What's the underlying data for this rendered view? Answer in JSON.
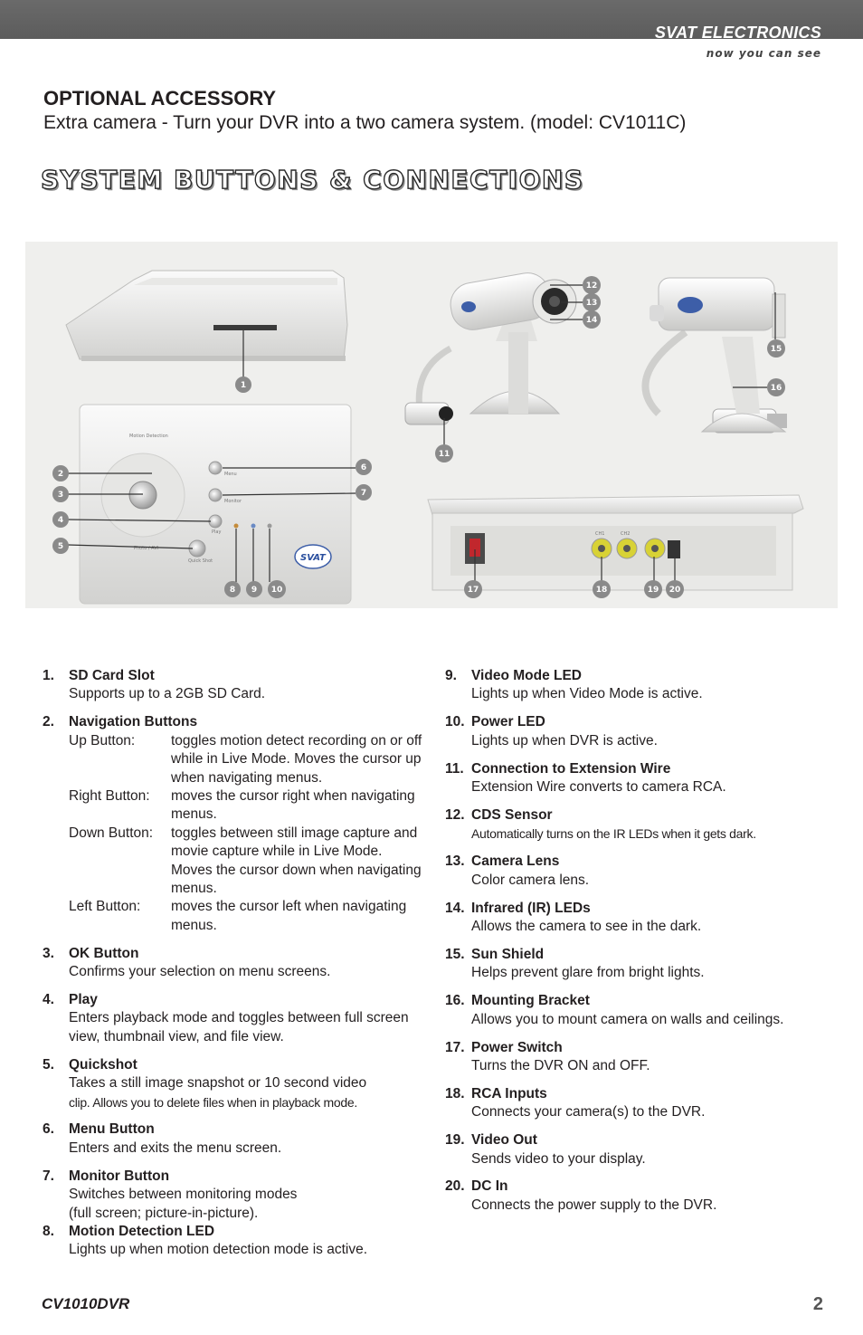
{
  "header": {
    "brand": "SVAT ELECTRONICS",
    "tagline": "now you can see",
    "bar_color": "#606060"
  },
  "accessory": {
    "title": "OPTIONAL ACCESSORY",
    "description": "Extra camera - Turn your DVR into a two camera system. (model: CV1011C)"
  },
  "section_title": "SYSTEM BUTTONS & CONNECTIONS",
  "figure": {
    "callouts": [
      "1",
      "2",
      "3",
      "4",
      "5",
      "6",
      "7",
      "8",
      "9",
      "10",
      "11",
      "12",
      "13",
      "14",
      "15",
      "16",
      "17",
      "18",
      "19",
      "20"
    ],
    "callout_color": "#8a8a8a",
    "panel_labels": {
      "motion": "Motion Detection",
      "menu": "Menu",
      "monitor": "Monitor",
      "play": "Play",
      "photo": "Photo / AVI",
      "quickshot": "Quick Shot",
      "svat_logo": "SVAT",
      "ch1": "CH1",
      "ch2": "CH2"
    }
  },
  "items_left": [
    {
      "num": "1.",
      "title": "SD Card Slot",
      "desc": "Supports up to a 2GB SD Card."
    },
    {
      "num": "2.",
      "title": "Navigation Buttons",
      "rows": [
        {
          "key": "Up Button:",
          "value": "toggles motion detect recording on or off while in Live Mode. Moves the cursor up when navigating menus."
        },
        {
          "key": "Right Button:",
          "value": "moves the cursor right when navigating menus."
        },
        {
          "key": "Down Button:",
          "value": "toggles between still image capture and movie capture while in Live Mode. Moves the cursor down when navigating menus."
        },
        {
          "key": "Left Button:",
          "value": "moves the cursor left when navigating menus."
        }
      ]
    },
    {
      "num": "3.",
      "title": "OK Button",
      "desc": "Confirms your selection on menu screens."
    },
    {
      "num": "4.",
      "title": "Play",
      "desc": "Enters playback mode and toggles between full screen view, thumbnail view, and file view."
    },
    {
      "num": "5.",
      "title": "Quickshot",
      "desc": "Takes a still image snapshot or 10 second video",
      "desc2": "clip. Allows you to delete files when in playback mode."
    },
    {
      "num": "6.",
      "title": "Menu Button",
      "desc": "Enters and exits the menu screen."
    },
    {
      "num": "7.",
      "title": "Monitor Button",
      "desc": "Switches between monitoring modes",
      "desc2": "(full screen; picture-in-picture)."
    },
    {
      "num": "8.",
      "title": "Motion Detection LED",
      "desc": "Lights up when motion detection mode is active."
    }
  ],
  "items_right": [
    {
      "num": "9.",
      "title": "Video Mode LED",
      "desc": "Lights up when Video Mode is active."
    },
    {
      "num": "10.",
      "title": "Power LED",
      "desc": "Lights up when DVR is active."
    },
    {
      "num": "11.",
      "title": "Connection to Extension Wire",
      "desc": "Extension Wire converts to camera RCA."
    },
    {
      "num": "12.",
      "title": "CDS Sensor",
      "desc": "Automatically turns on the IR LEDs when it gets dark."
    },
    {
      "num": "13.",
      "title": "Camera Lens",
      "desc": "Color camera lens."
    },
    {
      "num": "14.",
      "title": "Infrared (IR) LEDs",
      "desc": "Allows the camera to see in the dark."
    },
    {
      "num": "15.",
      "title": "Sun Shield",
      "desc": "Helps prevent glare from bright lights."
    },
    {
      "num": "16.",
      "title": "Mounting Bracket",
      "desc": "Allows you to mount camera on walls and ceilings."
    },
    {
      "num": "17.",
      "title": "Power Switch",
      "desc": "Turns the DVR ON and OFF."
    },
    {
      "num": "18.",
      "title": "RCA Inputs",
      "desc": "Connects your camera(s) to the DVR."
    },
    {
      "num": "19.",
      "title": "Video Out",
      "desc": "Sends video to your display."
    },
    {
      "num": "20.",
      "title": "DC In",
      "desc": "Connects the power supply to the DVR."
    }
  ],
  "footer": {
    "model": "CV1010DVR",
    "page": "2"
  }
}
